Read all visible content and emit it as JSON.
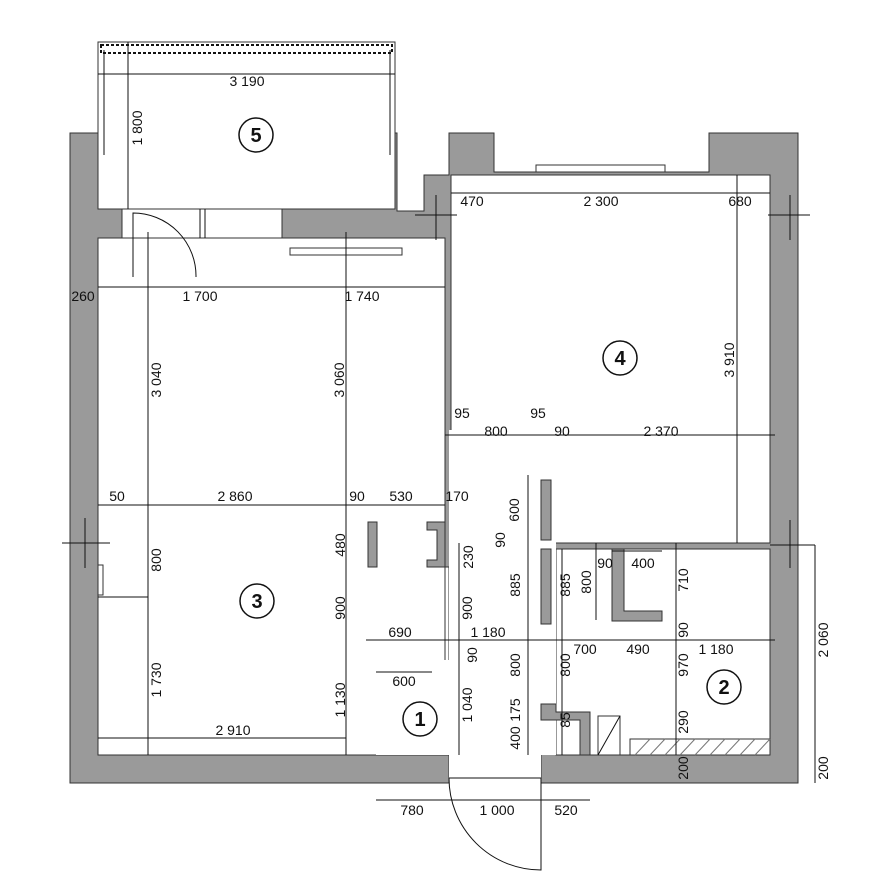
{
  "rooms": {
    "r1": "1",
    "r2": "2",
    "r3": "3",
    "r4": "4",
    "r5": "5"
  },
  "dims": {
    "d3190": "3 190",
    "d1800": "1 800",
    "d470": "470",
    "d2300": "2 300",
    "d680": "680",
    "d260": "260",
    "d1700": "1 700",
    "d1740": "1 740",
    "d3910": "3 910",
    "d3040": "3 040",
    "d3060": "3 060",
    "d95a": "95",
    "d95b": "95",
    "d800a": "800",
    "d90a": "90",
    "d2370": "2 370",
    "d50": "50",
    "d2860": "2 860",
    "d90b": "90",
    "d530": "530",
    "d170": "170",
    "d600a": "600",
    "d90c": "90",
    "d480": "480",
    "d230": "230",
    "d800b": "800",
    "d885a": "885",
    "d885b": "885",
    "d800c": "800",
    "d90d": "90",
    "d400a": "400",
    "d710": "710",
    "d900a": "900",
    "d900b": "900",
    "d690": "690",
    "d1180a": "1 180",
    "d700": "700",
    "d490": "490",
    "d1180b": "1 180",
    "d90e": "90",
    "d2060": "2 060",
    "d90f": "90",
    "d800d": "800",
    "d800e": "800",
    "d970": "970",
    "d600b": "600",
    "d1730": "1 730",
    "d1130": "1 130",
    "d1040": "1 040",
    "d175": "175",
    "d85": "85",
    "d290": "290",
    "d400b": "400",
    "d2910": "2 910",
    "d200a": "200",
    "d200b": "200",
    "d780": "780",
    "d1000": "1 000",
    "d520": "520"
  }
}
